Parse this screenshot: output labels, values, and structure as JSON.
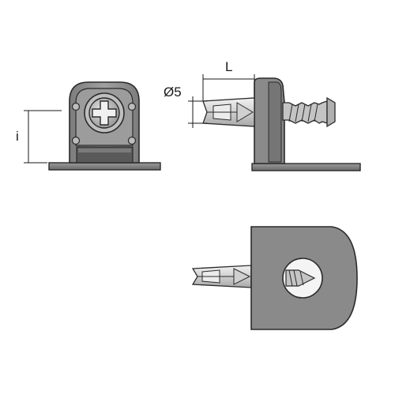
{
  "dimensions": {
    "height_label": "i",
    "length_label": "L",
    "diameter_label": "Ø5"
  },
  "colors": {
    "outline": "#2a2a2a",
    "body_fill": "#8c8c8c",
    "body_dark": "#6e6e6e",
    "base_fill": "#7a7a7a",
    "pin_fill": "#d8d8d8",
    "screw_fill": "#c4c4c4",
    "dim_line": "#1a1a1a"
  },
  "icons": [
    "front-view-bracket",
    "side-view-bracket",
    "top-view-bracket",
    "phillips-screw-head-icon",
    "expansion-pin-icon",
    "wood-screw-icon"
  ]
}
